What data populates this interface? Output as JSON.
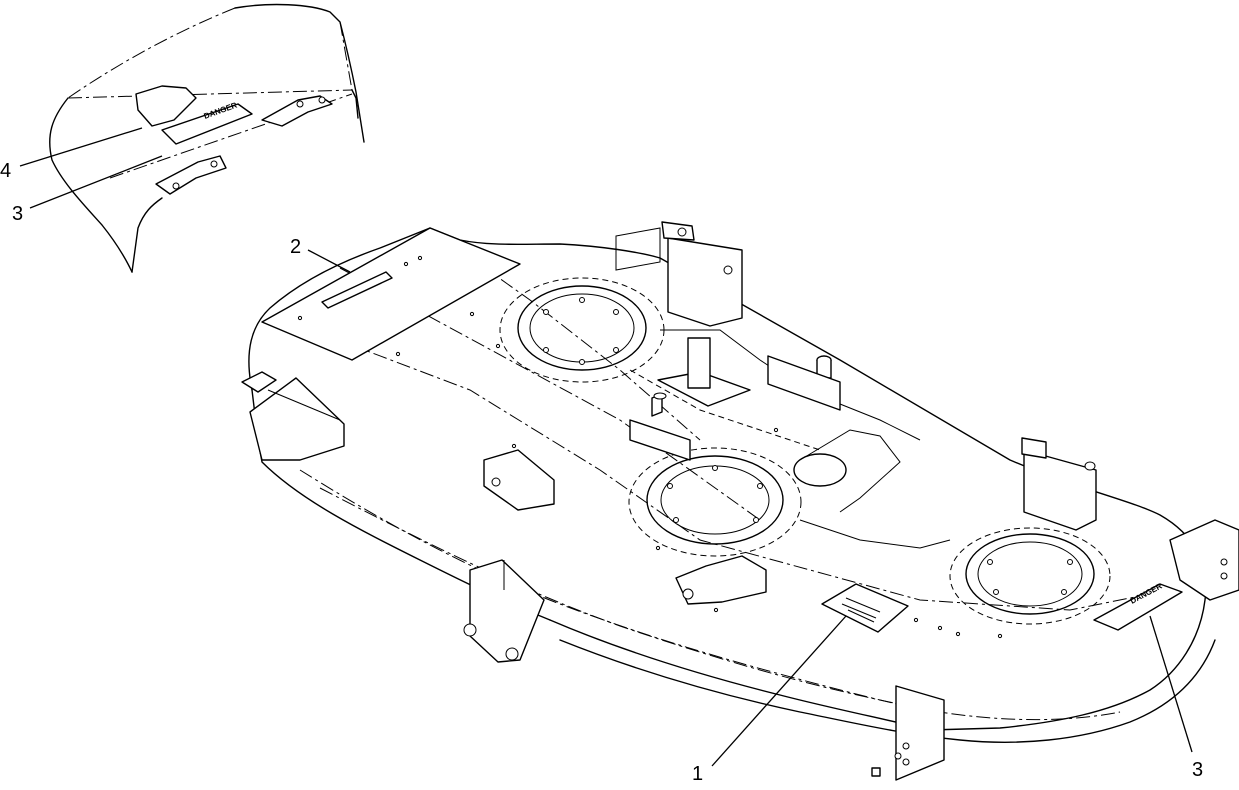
{
  "callouts": {
    "callout_1": "1",
    "callout_2": "2",
    "callout_3_chute": "3",
    "callout_3_deck": "3",
    "callout_4": "4"
  },
  "decals": {
    "danger_label": "DANGER"
  },
  "colors": {
    "ink": "#000000",
    "paper": "#ffffff"
  }
}
